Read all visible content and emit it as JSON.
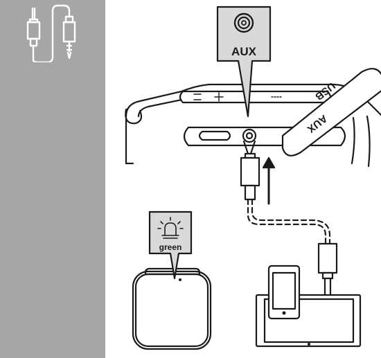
{
  "callouts": {
    "aux_label": "AUX",
    "led_label": "green"
  },
  "strap": {
    "label_usb": "USB",
    "label_aux": "AUX"
  },
  "icons": {
    "sidebar": "aux-cable-icon",
    "callout": "headphone-jack-icon",
    "led": "led-light-icon",
    "source": "phone-tablet-icon"
  },
  "colors": {
    "sidebar_bg": "#a6a6a6",
    "callout_bg": "#d9d9d9",
    "line": "#1a1a1a"
  }
}
